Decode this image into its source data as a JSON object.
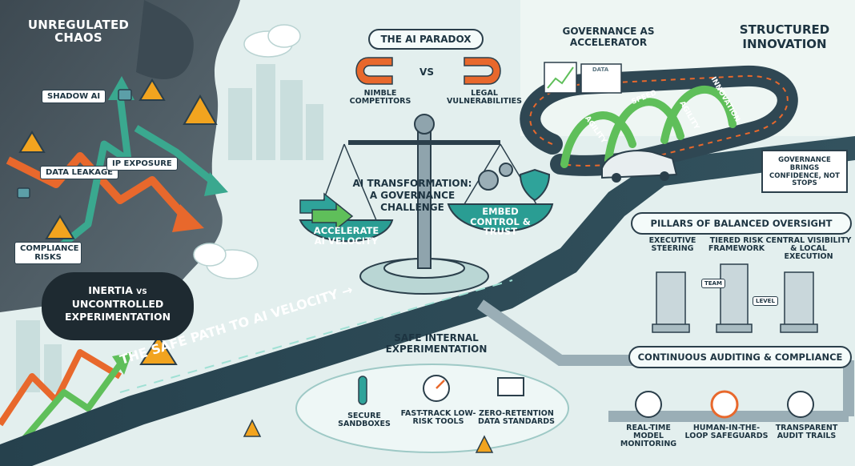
{
  "chaos": {
    "title": "UNREGULATED CHAOS",
    "labels": [
      "SHADOW AI",
      "DATA LEAKAGE",
      "IP EXPOSURE",
      "COMPLIANCE RISKS"
    ],
    "inertia": {
      "line1": "INERTIA",
      "vs": "VS",
      "line2": "UNCONTROLLED",
      "line3": "EXPERIMENTATION"
    }
  },
  "paradox": {
    "title": "THE AI PARADOX",
    "vs": "VS",
    "left": "NIMBLE COMPETITORS",
    "right": "LEGAL VULNERABILITIES"
  },
  "balance": {
    "title_line1": "AI TRANSFORMATION:",
    "title_line2": "A GOVERNANCE",
    "title_line3": "CHALLENGE",
    "left_pan": "ACCELERATE AI VELOCITY",
    "right_pan": "EMBED CONTROL & TRUST"
  },
  "path": {
    "label": "THE SAFE PATH TO AI VELOCITY →"
  },
  "experimentation": {
    "title": "SAFE INTERNAL EXPERIMENTATION",
    "items": [
      "SECURE SANDBOXES",
      "FAST-TRACK LOW-RISK TOOLS",
      "ZERO-RETENTION DATA STANDARDS"
    ]
  },
  "governance": {
    "title_line1": "GOVERNANCE AS",
    "title_line2": "ACCELERATOR",
    "innovation": "STRUCTURED INNOVATION",
    "arches": [
      "SPEED",
      "AGILITY",
      "AGILITY",
      "INNOVATION"
    ],
    "screen": "DATA",
    "sign": "GOVERNANCE BRINGS CONFIDENCE, NOT STOPS"
  },
  "pillars": {
    "title": "PILLARS OF BALANCED OVERSIGHT",
    "items": [
      "EXECUTIVE STEERING",
      "TIERED RISK FRAMEWORK",
      "CENTRAL VISIBILITY & LOCAL EXECUTION"
    ],
    "team": "TEAM",
    "level": "LEVEL"
  },
  "auditing": {
    "title": "CONTINUOUS AUDITING & COMPLIANCE",
    "items": [
      "REAL-TIME MODEL MONITORING",
      "HUMAN-IN-THE-LOOP SAFEGUARDS",
      "TRANSPARENT AUDIT TRAILS"
    ]
  },
  "colors": {
    "teal": "#2fa39a",
    "green": "#5fbf5a",
    "orange": "#e8682c",
    "dark": "#1d3441",
    "warning": "#f2a41f"
  }
}
